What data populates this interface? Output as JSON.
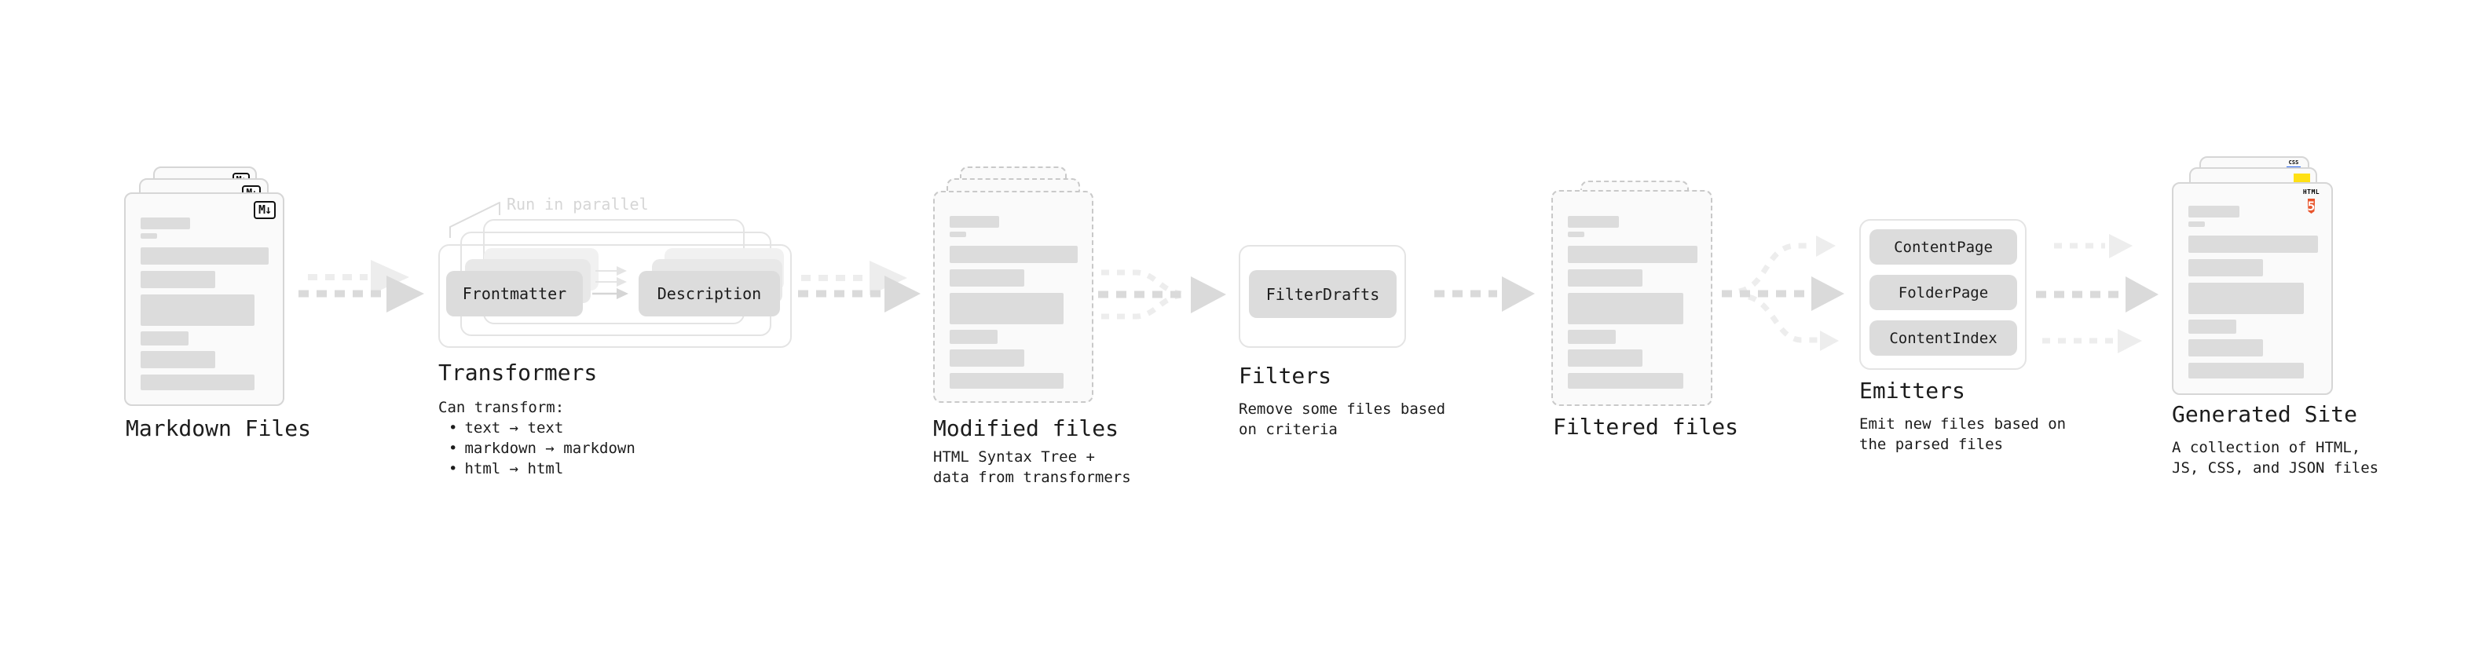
{
  "colors": {
    "ink": "#1c1c1c",
    "doc_fill": "#fafafa",
    "doc_border": "#d6d6d6",
    "dash_border": "#c9c9c9",
    "placeholder": "#dcdcdc",
    "container_border": "#e4e4e4",
    "box_fill": "#dcdcdc",
    "box_fill_mid": "#e8e8e8",
    "box_fill_back": "#f1f1f1",
    "arrow_dark": "#dadada",
    "arrow_light": "#ededed",
    "annotation": "#d6d6d6",
    "html5_orange": "#e8552d",
    "js_yellow": "#ffe014",
    "css_blue": "#2965f1",
    "badge_ink": "#111111"
  },
  "nodes": {
    "markdown_files": {
      "label": "Markdown Files",
      "badge": "M↓"
    },
    "transformers": {
      "annotation": "Run in parallel",
      "input_box": "Frontmatter",
      "output_box": "Description",
      "label": "Transformers",
      "caption_title": "Can transform:",
      "bullet": "•",
      "bullets": [
        "text → text",
        "markdown → markdown",
        "html → html"
      ]
    },
    "modified_files": {
      "label": "Modified files",
      "caption": [
        "HTML Syntax Tree +",
        "data from transformers"
      ]
    },
    "filters": {
      "box": "FilterDrafts",
      "label": "Filters",
      "caption": [
        "Remove some files based",
        "on criteria"
      ]
    },
    "filtered_files": {
      "label": "Filtered files"
    },
    "emitters": {
      "boxes": [
        "ContentPage",
        "FolderPage",
        "ContentIndex"
      ],
      "label": "Emitters",
      "caption": [
        "Emit new files based on",
        "the parsed files"
      ]
    },
    "generated_site": {
      "label": "Generated Site",
      "caption": [
        "A collection of HTML,",
        "JS, CSS, and JSON files"
      ],
      "css_badge": "CSS",
      "html_badge": "HTML",
      "html_number": "5"
    }
  }
}
